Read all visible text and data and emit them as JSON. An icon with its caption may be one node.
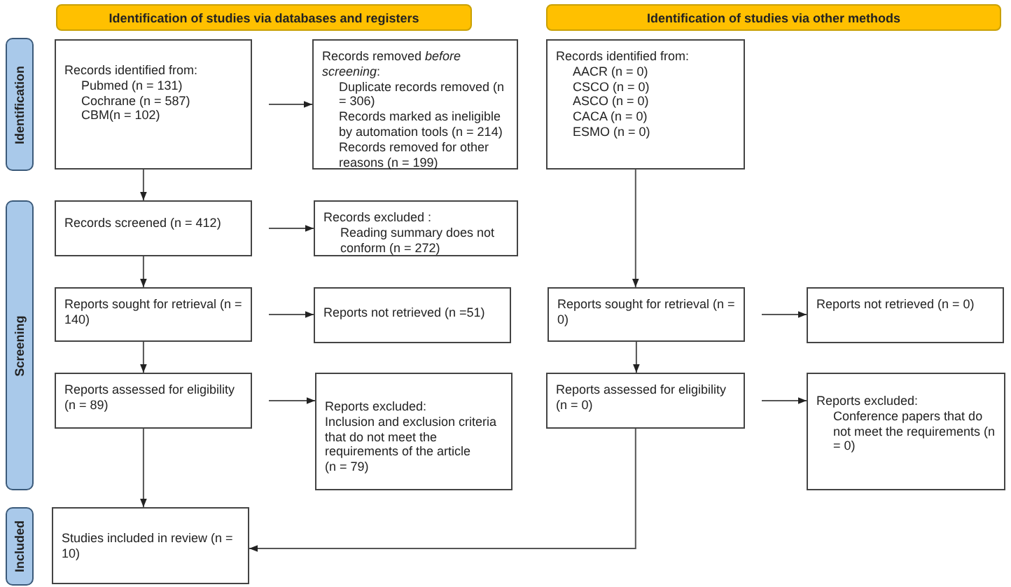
{
  "diagram": {
    "nodes": [
      {
        "text": [
          "Identification of studies via databases and registers"
        ]
      },
      {
        "text": [
          "Identification of studies via other methods"
        ]
      },
      {
        "text": [
          "Identification"
        ]
      },
      {
        "text": [
          "Records identified from:",
          "Pubmed (n = 131)",
          "Cochrane (n = 587)",
          "CBM(n = 102)"
        ]
      },
      {
        "text": [
          "Records removed *before screening*:",
          "Duplicate records removed (n = 306)",
          "Records marked as ineligible by automation tools (n = 214)",
          "Records removed for other reasons (n = 199)"
        ]
      },
      {
        "text": [
          "Records identified from:",
          "AACR (n = 0)",
          "CSCO (n = 0)",
          "ASCO (n = 0)",
          "CACA (n = 0)",
          "ESMO (n = 0)"
        ]
      },
      {
        "text": [
          "Screening"
        ]
      },
      {
        "text": [
          "Records screened (n = 412)"
        ]
      },
      {
        "text": [
          "Records excluded :",
          "Reading summary does not conform (n = 272)"
        ]
      },
      {
        "text": [
          "Reports sought for retrieval (n = 140)"
        ]
      },
      {
        "text": [
          "Reports not retrieved (n =51)"
        ]
      },
      {
        "text": [
          "Reports sought for retrieval (n = 0)"
        ]
      },
      {
        "text": [
          "Reports not retrieved (n = 0)"
        ]
      },
      {
        "text": [
          "Reports assessed for eligibility (n = 89)"
        ]
      },
      {
        "text": [
          "Reports excluded:",
          "Inclusion and exclusion criteria that do not meet the requirements of the article",
          "(n = 79)"
        ]
      },
      {
        "text": [
          "Reports assessed for eligibility (n = 0)"
        ]
      },
      {
        "text": [
          "Reports excluded:",
          "Conference papers that do not meet the requirements (n = 0)"
        ]
      },
      {
        "text": [
          "Included"
        ]
      },
      {
        "text": [
          "Studies included in review (n = 10)"
        ]
      }
    ],
    "edges": [
      {
        "from": 3,
        "to": 4,
        "arrow": "to"
      },
      {
        "from": 3,
        "to": 7,
        "arrow": "to"
      },
      {
        "from": 7,
        "to": 8,
        "arrow": "to"
      },
      {
        "from": 7,
        "to": 9,
        "arrow": "to"
      },
      {
        "from": 9,
        "to": 10,
        "arrow": "to"
      },
      {
        "from": 9,
        "to": 13,
        "arrow": "to"
      },
      {
        "from": 13,
        "to": 14,
        "arrow": "to"
      },
      {
        "from": 13,
        "to": 18,
        "arrow": "to"
      },
      {
        "from": 5,
        "to": 11,
        "arrow": "to"
      },
      {
        "from": 11,
        "to": 12,
        "arrow": "to"
      },
      {
        "from": 11,
        "to": 15,
        "arrow": "to"
      },
      {
        "from": 15,
        "to": 16,
        "arrow": "to"
      },
      {
        "from": 15,
        "to": 18,
        "arrow": "to"
      }
    ]
  }
}
